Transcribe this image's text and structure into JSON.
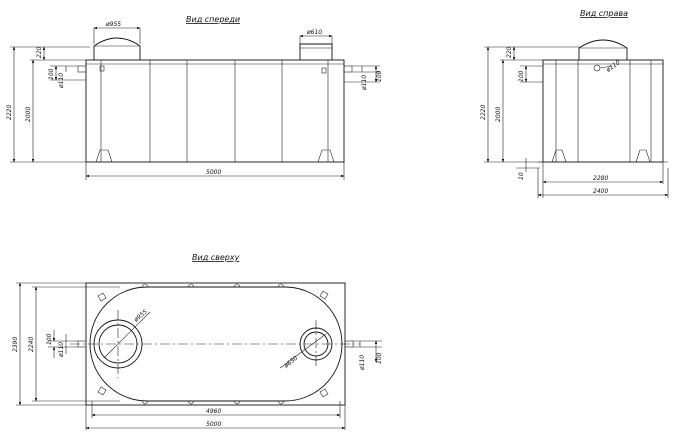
{
  "views": {
    "front": {
      "title": "Вид спереди",
      "dims": {
        "lid_large": "ø955",
        "lid_small": "ø610",
        "height_total": "2220",
        "height_body": "2000",
        "lid_height": "220",
        "pipe_offset_left": "100",
        "pipe_left": "ø110",
        "pipe_right": "ø110",
        "pipe_offset_right": "100",
        "length": "5000"
      }
    },
    "side": {
      "title": "Вид справа",
      "dims": {
        "lid_height": "220",
        "height_total": "2220",
        "height_body": "2000",
        "pipe_offset": "100",
        "pipe": "ø110",
        "bottom": "10",
        "width_inner": "2280",
        "width_outer": "2400"
      }
    },
    "top": {
      "title": "Вид сверху",
      "dims": {
        "width_outer": "2390",
        "width_inner": "2240",
        "pipe_offset_left": "100",
        "pipe_left": "ø110",
        "lid_large": "ø955",
        "lid_small": "ø630",
        "pipe_right": "ø110",
        "pipe_offset_right": "100",
        "length_inner": "4960",
        "length_outer": "5000"
      }
    }
  }
}
